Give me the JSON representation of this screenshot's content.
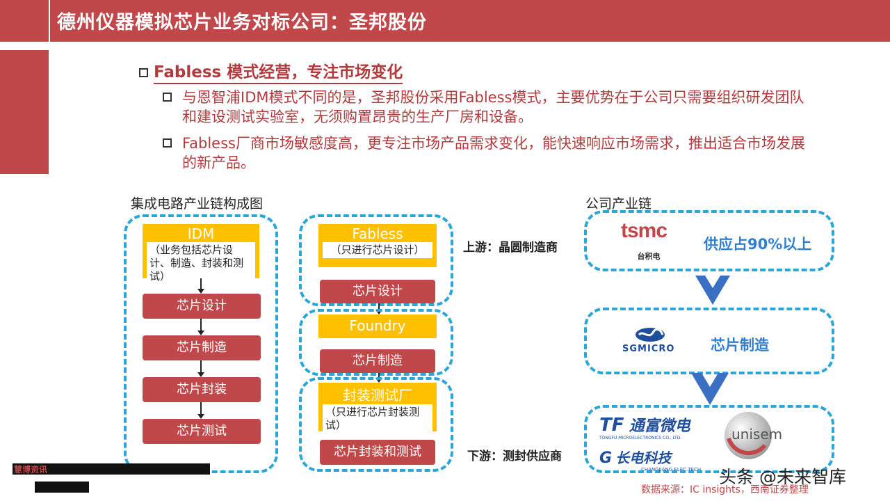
{
  "header": {
    "title": "德州仪器模拟芯片业务对标公司：圣邦股份"
  },
  "section": {
    "heading": "Fabless 模式经营，专注市场变化",
    "points": [
      "与恩智浦IDM模式不同的是，圣邦股份采用Fabless模式，主要优势在于公司只需要组织研发团队和建设测试实验室，无须购置昂贵的生产厂房和设备。",
      "Fabless厂商市场敏感度高，更专注市场产品需求变化，能快速响应市场需求，推出适合市场发展的新产品。"
    ]
  },
  "left_diagram": {
    "caption": "集成电路产业链构成图",
    "idm": {
      "title": "IDM",
      "desc": "（业务包括芯片设计、制造、封装和测试）",
      "steps": [
        "芯片设计",
        "芯片制造",
        "芯片封装",
        "芯片测试"
      ]
    },
    "fabless": {
      "title": "Fabless",
      "desc": "（只进行芯片设计）",
      "step": "芯片设计"
    },
    "foundry": {
      "title": "Foundry",
      "step": "芯片制造"
    },
    "osat": {
      "title": "封装测试厂",
      "desc": "（只进行芯片封装测试）",
      "step": "芯片封装和测试"
    },
    "upstream_label": "上游：晶圆制造商",
    "downstream_label": "下游：测封供应商"
  },
  "right_diagram": {
    "caption": "公司产业链",
    "tsmc": {
      "logo": "tsmc",
      "sublogo": "台积电",
      "text": "供应占90%以上"
    },
    "sgmicro": {
      "logo": "SGMICRO",
      "text": "芯片制造"
    },
    "tongfu": {
      "logo_en": "TF",
      "logo_cn": "通富微电",
      "small": "TONGFU MICROELECTRONICS CO., LTD."
    },
    "unisem": {
      "logo": "unisem"
    },
    "changjiang": {
      "logo_cn": "长电科技",
      "small": "CHANGJIANG ELEC.TECH."
    }
  },
  "footer": {
    "source": "数据来源：IC insights，西南证券整理",
    "watermark": "头条 @未来智库",
    "left_tag": "慧博资讯"
  },
  "colors": {
    "brand_red": "#c0474a",
    "dash_blue": "#2aa6d8",
    "yellow": "#ffc000",
    "chevron_blue": "#3a6fc4"
  }
}
